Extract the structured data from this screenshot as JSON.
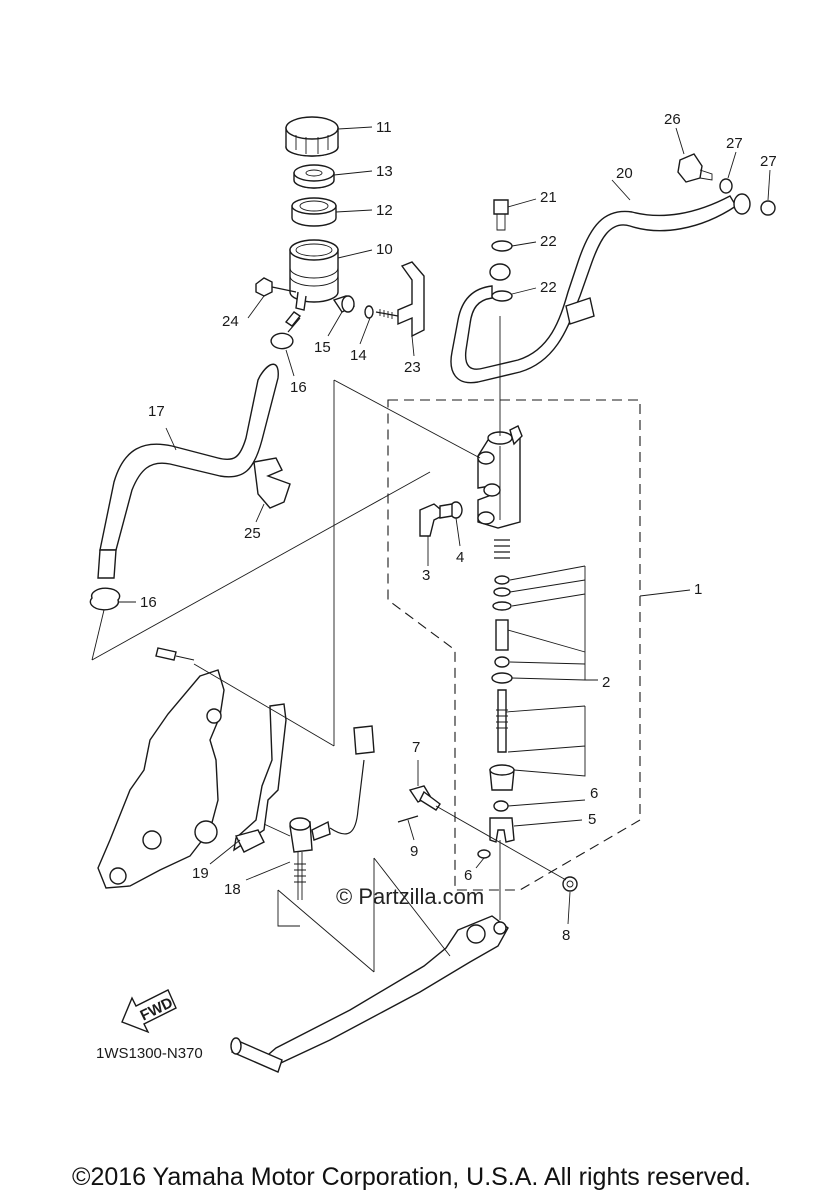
{
  "part_labels": {
    "p1": "1",
    "p2": "2",
    "p3": "3",
    "p4": "4",
    "p5": "5",
    "p6a": "6",
    "p6b": "6",
    "p7": "7",
    "p8": "8",
    "p9": "9",
    "p10": "10",
    "p11": "11",
    "p12": "12",
    "p13": "13",
    "p14": "14",
    "p15": "15",
    "p16a": "16",
    "p16b": "16",
    "p17": "17",
    "p18": "18",
    "p19": "19",
    "p20": "20",
    "p21": "21",
    "p22a": "22",
    "p22b": "22",
    "p23": "23",
    "p24": "24",
    "p25": "25",
    "p26": "26",
    "p27a": "27",
    "p27b": "27"
  },
  "watermark": "© Partzilla.com",
  "diagram_code": "1WS1300-N370",
  "fwd_label": "FWD",
  "footer": "©2016 Yamaha Motor Corporation, U.S.A. All rights reserved."
}
